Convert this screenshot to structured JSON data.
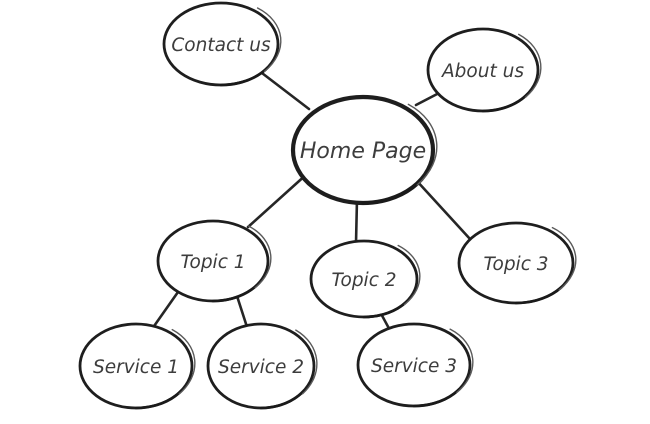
{
  "diagram": {
    "type": "sitemap-mindmap",
    "background_color": "#ffffff",
    "stroke_color": "#1e1e1e",
    "text_color": "#3d3d3d",
    "nodes": {
      "contact": {
        "label": "Contact us"
      },
      "about": {
        "label": "About us"
      },
      "home": {
        "label": "Home Page"
      },
      "topic1": {
        "label": "Topic 1"
      },
      "topic2": {
        "label": "Topic 2"
      },
      "topic3": {
        "label": "Topic 3"
      },
      "service1": {
        "label": "Service 1"
      },
      "service2": {
        "label": "Service 2"
      },
      "service3": {
        "label": "Service 3"
      }
    },
    "edges": [
      {
        "from": "Home Page",
        "to": "Contact us"
      },
      {
        "from": "Home Page",
        "to": "About us"
      },
      {
        "from": "Home Page",
        "to": "Topic 1"
      },
      {
        "from": "Home Page",
        "to": "Topic 2"
      },
      {
        "from": "Home Page",
        "to": "Topic 3"
      },
      {
        "from": "Topic 1",
        "to": "Service 1"
      },
      {
        "from": "Topic 1",
        "to": "Service 2"
      },
      {
        "from": "Topic 2",
        "to": "Service 3"
      }
    ]
  }
}
